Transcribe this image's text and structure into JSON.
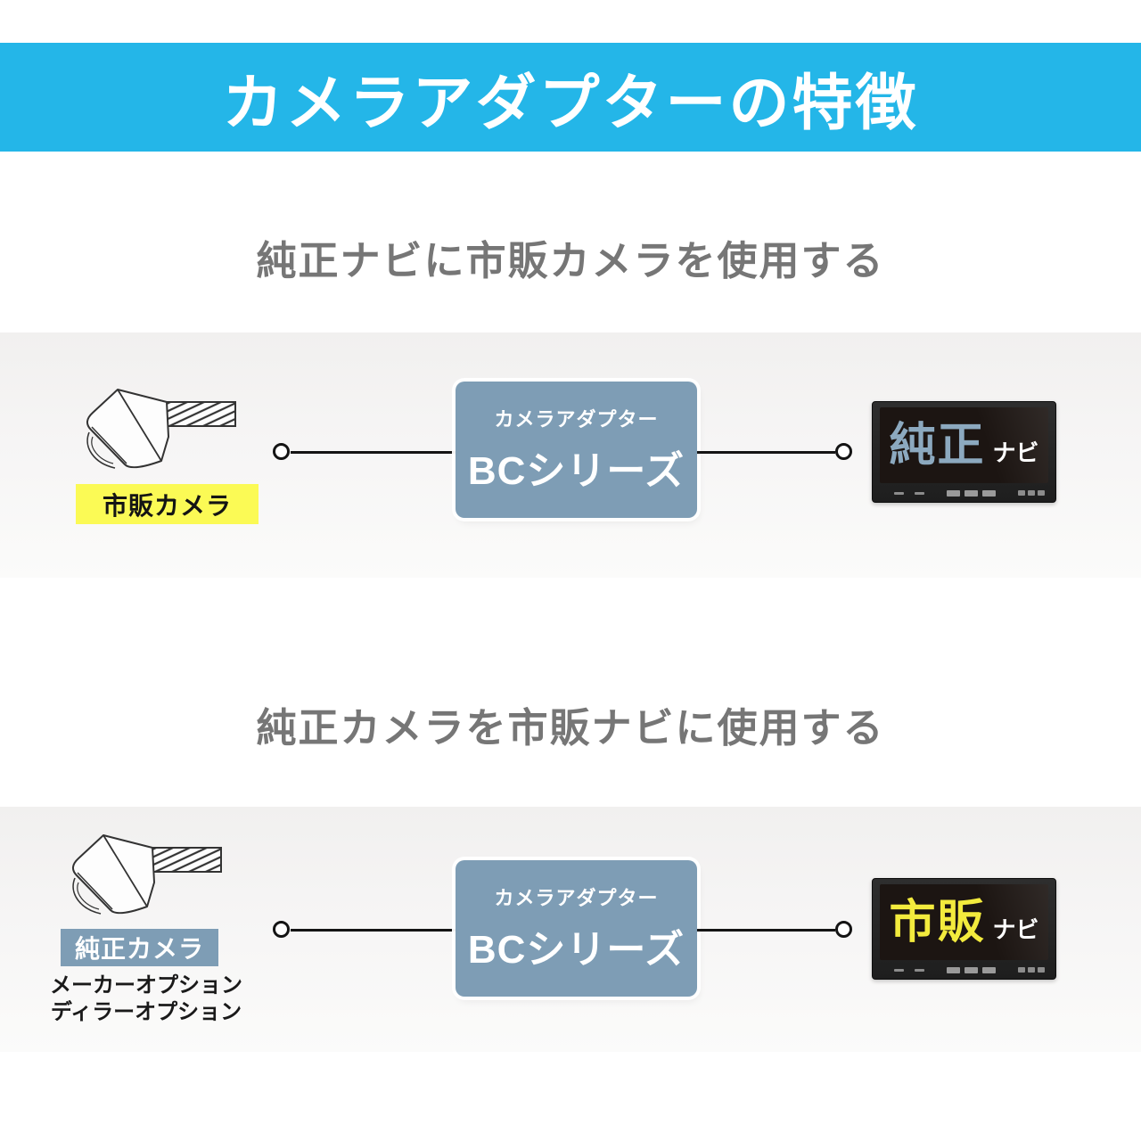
{
  "header": {
    "title": "カメラアダプターの特徴"
  },
  "sections": [
    {
      "title": "純正ナビに市販カメラを使用する",
      "camera_label": "市販カメラ",
      "adapter": {
        "subtitle": "カメラアダプター",
        "title": "BCシリーズ"
      },
      "navi": {
        "highlight": "純正",
        "suffix": "ナビ"
      }
    },
    {
      "title": "純正カメラを市販ナビに使用する",
      "camera_label": "純正カメラ",
      "camera_sublabels": {
        "line1": "メーカーオプション",
        "line2": "ディラーオプション"
      },
      "adapter": {
        "subtitle": "カメラアダプター",
        "title": "BCシリーズ"
      },
      "navi": {
        "highlight": "市販",
        "suffix": "ナビ"
      }
    }
  ],
  "colors": {
    "header_bg": "#24b6e8",
    "section_title_text": "#767676",
    "adapter_box_bg": "#7e9db5",
    "camera_label_yellow_bg": "#fbfa55",
    "camera_label_blue_bg": "#7e9db5",
    "navi_highlight_genuine": "#8ca9bf",
    "navi_highlight_aftermarket": "#f3eb3d",
    "navi_suffix_text": "#ffffff"
  }
}
